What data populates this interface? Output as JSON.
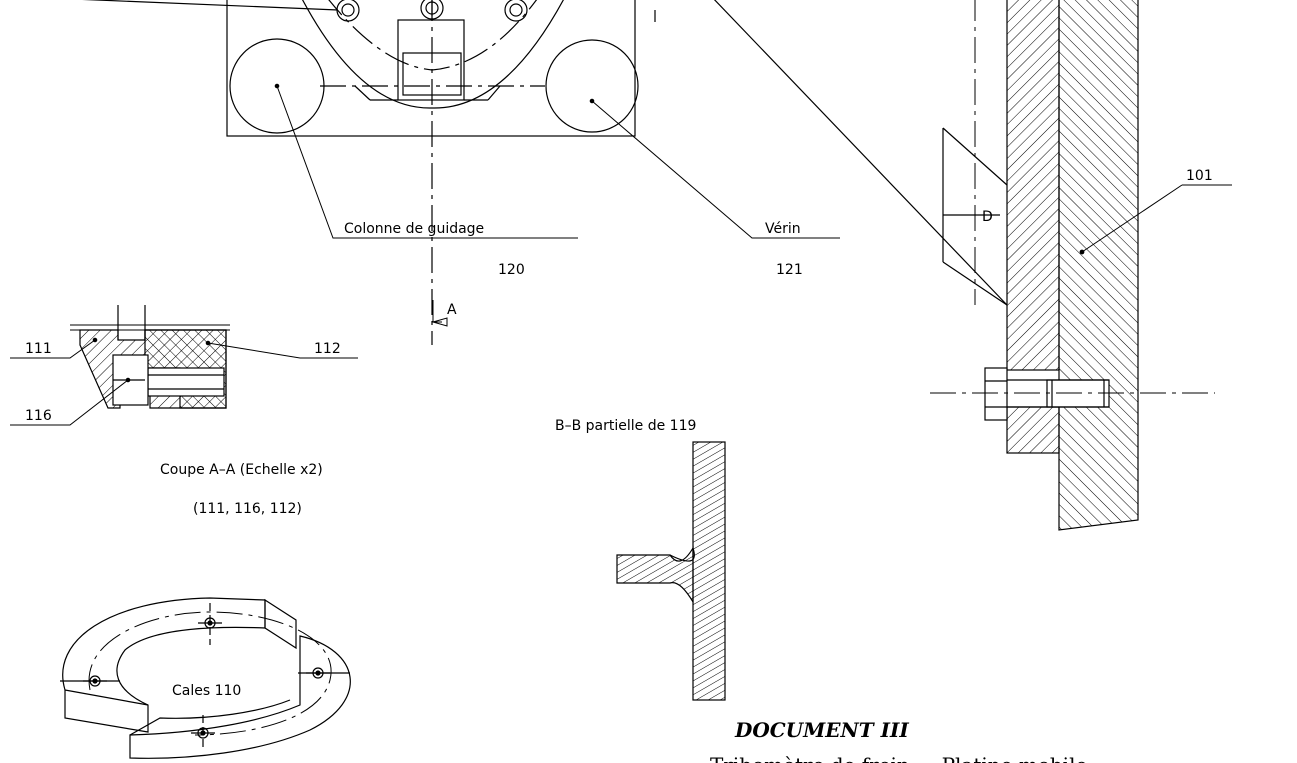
{
  "labels": {
    "colonne": "Colonne de guidage",
    "n120": "120",
    "verin": "Vérin",
    "n121": "121",
    "n101": "101",
    "d": "D",
    "a": "A",
    "n111": "111",
    "n112": "112",
    "n116": "116",
    "bb": "B–B partielle de 119",
    "coupe": "Coupe A–A (Echelle x2)",
    "coupe_refs": "(111, 116, 112)",
    "cales": "Cales 110",
    "document": "DOCUMENT III",
    "subtitle": "Tribomètre de frein ... Platine mobile"
  }
}
